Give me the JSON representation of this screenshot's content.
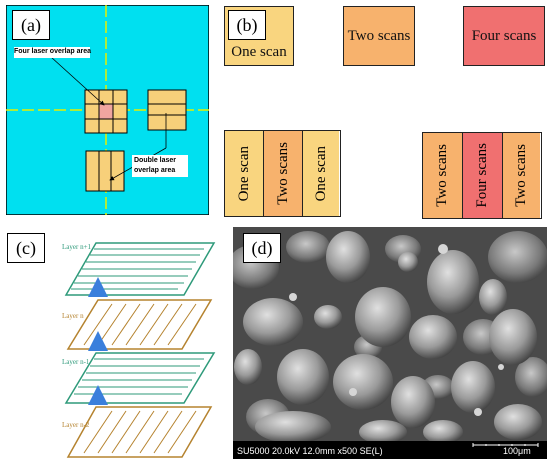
{
  "panel_a": {
    "label": "(a)",
    "four_overlap_label": "Four laser overlap area",
    "double_overlap_label": "Double laser overlap area",
    "colors": {
      "background": "#00e0f0",
      "cell": "#f7d07a",
      "overlap": "#f0a5a0",
      "guide": "#e6f000"
    }
  },
  "panel_b": {
    "label": "(b)",
    "boxes": [
      {
        "text": "One scan",
        "color": "#f9d57f"
      },
      {
        "text": "Two scans",
        "color": "#f7b26d"
      },
      {
        "text": "Four scans",
        "color": "#f07070"
      }
    ],
    "strip_left": [
      "One scan",
      "Two scans",
      "One scan"
    ],
    "strip_right": [
      "Two scans",
      "Four scans",
      "Two scans"
    ]
  },
  "panel_c": {
    "label": "(c)",
    "layers": [
      "Layer n+1",
      "Layer n",
      "Layer n-1",
      "Layer n-2"
    ],
    "colors": {
      "green": "#2e9a7a",
      "brown": "#b5832f",
      "arrow": "#3a7fdc"
    }
  },
  "panel_d": {
    "label": "(d)",
    "sem_info": "SU5000 20.0kV 12.0mm x500 SE(L)",
    "scale": "100μm"
  }
}
